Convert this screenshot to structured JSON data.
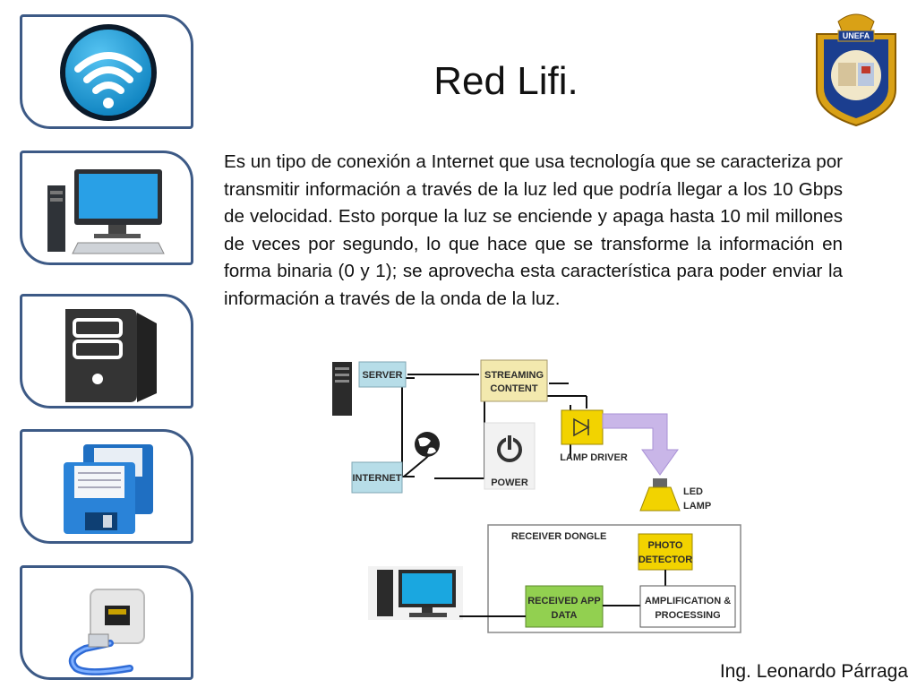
{
  "title": "Red Lifi.",
  "paragraph": "Es un tipo de conexión a Internet que usa tecnología que se caracteriza por transmitir información a través de la luz led que podría llegar a los 10 Gbps de velocidad. Esto porque la luz se enciende y apaga hasta 10 mil millones de veces por segundo, lo que hace que se transforme la información en forma binaria (0 y 1); se aprovecha esta característica para poder enviar la información a través de la onda de la luz.",
  "author": "Ing. Leonardo Párraga",
  "seal": {
    "label": "UNEFA"
  },
  "sidebar_icons": [
    "wifi-icon",
    "desktop-computer-icon",
    "server-icon",
    "floppy-disks-icon",
    "ethernet-port-icon"
  ],
  "diagram": {
    "server": "SERVER",
    "streaming": [
      "STREAMING",
      "CONTENT"
    ],
    "internet": "INTERNET",
    "power": "POWER",
    "lamp_driver": "LAMP DRIVER",
    "led_lamp": [
      "LED",
      "LAMP"
    ],
    "receiver_dongle": "RECEIVER DONGLE",
    "photo_detector": [
      "PHOTO",
      "DETECTOR"
    ],
    "received_app": [
      "RECEIVED APP",
      "DATA"
    ],
    "amplification": [
      "AMPLIFICATION &",
      "PROCESSING"
    ]
  },
  "colors": {
    "tile_border": "#3d5a86",
    "server_box": "#b7dde8",
    "streaming_box": "#f3e9ae",
    "driver_box": "#f2d300",
    "photo_box": "#f2d300",
    "received_box": "#92d050",
    "arrow": "#c9b6e8"
  }
}
